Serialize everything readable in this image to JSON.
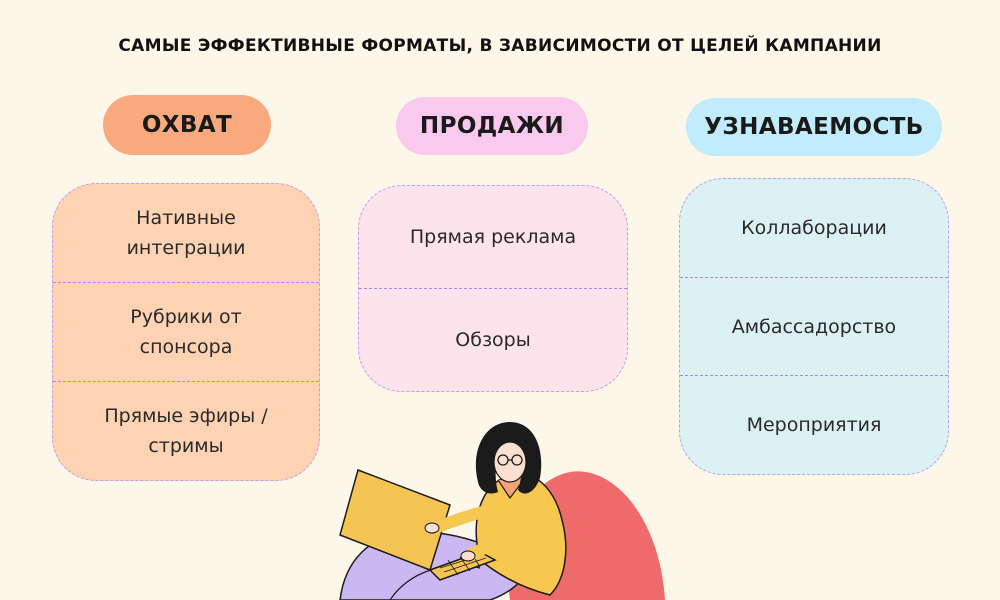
{
  "title": "САМЫЕ ЭФФЕКТИВНЫЕ ФОРМАТЫ, В ЗАВИСИМОСТИ ОТ ЦЕЛЕЙ КАМПАНИИ",
  "columns": [
    {
      "label": "ОХВАТ",
      "pill_color": "#f9a97e",
      "card_color": "#fdd3b4",
      "items": [
        "Нативные интеграции",
        "Рубрики от спонсора",
        "Прямые эфиры / стримы"
      ]
    },
    {
      "label": "ПРОДАЖИ",
      "pill_color": "#f9c9ee",
      "card_color": "#fde3ec",
      "items": [
        "Прямая реклама",
        "Обзоры"
      ]
    },
    {
      "label": "УЗНАВАЕМОСТЬ",
      "pill_color": "#c1ecfb",
      "card_color": "#dcf1f4",
      "items": [
        "Коллаборации",
        "Амбассадорство",
        "Мероприятия"
      ]
    }
  ],
  "colors": {
    "background": "#fdf7ea",
    "divider": "#a98ae0",
    "beanbag": "#ef6b6b",
    "sweater": "#f8c74f",
    "laptop": "#f5c453",
    "pants": "#cbb8f2",
    "hair": "#1b1b1b"
  },
  "icons": [
    "woman-on-beanbag-with-laptop-illustration"
  ]
}
